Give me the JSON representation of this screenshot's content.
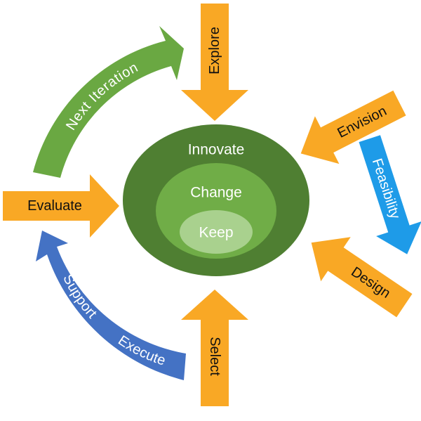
{
  "center": {
    "outer_label": "Innovate",
    "middle_label": "Change",
    "inner_label": "Keep"
  },
  "arrows": {
    "explore": "Explore",
    "envision": "Envision",
    "feasibility": "Feasibility",
    "design": "Design",
    "select": "Select",
    "evaluate": "Evaluate"
  },
  "cycles": {
    "next_iteration": "Next Iteration",
    "support": "Support",
    "execute": "Execute"
  },
  "colors": {
    "orange_arrow": "#f9a825",
    "green_cycle": "#6aa842",
    "blue_cycle": "#4472c4",
    "cyan_arrow": "#1e9be8",
    "outer_ring": "#4f7f32",
    "middle_ring": "#70ad47",
    "inner_ring": "#a9d18e"
  }
}
